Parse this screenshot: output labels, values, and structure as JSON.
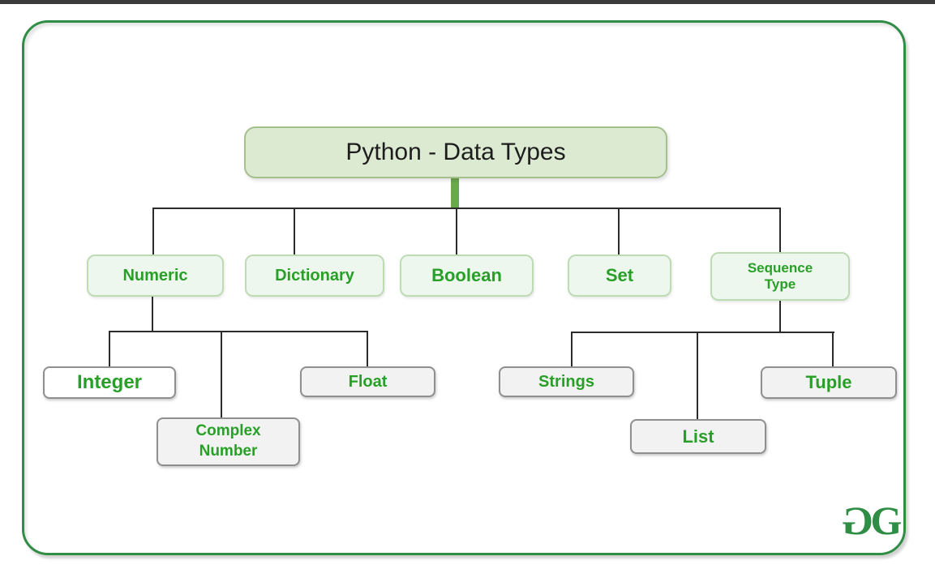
{
  "hierarchy": {
    "root": "Python - Data Types",
    "children": [
      {
        "label": "Numeric",
        "children": [
          "Integer",
          "Complex Number",
          "Float"
        ]
      },
      {
        "label": "Dictionary",
        "children": []
      },
      {
        "label": "Boolean",
        "children": []
      },
      {
        "label": "Set",
        "children": []
      },
      {
        "label": "Sequence Type",
        "children": [
          "Strings",
          "List",
          "Tuple"
        ]
      }
    ]
  },
  "logo": {
    "letter_left": "G",
    "letter_right": "G"
  },
  "colors": {
    "frame_green": "#2f8d46",
    "label_green": "#28a028",
    "title_fill": "#dcead2",
    "title_border": "#a5c08d",
    "level2_fill": "#eef7ed",
    "level2_border": "#bedcb4",
    "level3_fill": "#f2f2f2",
    "level3_border": "#8f8f8f",
    "stem_green": "#6aa84f",
    "connector": "#2b2b2b",
    "topbar": "#3b3b3b"
  }
}
